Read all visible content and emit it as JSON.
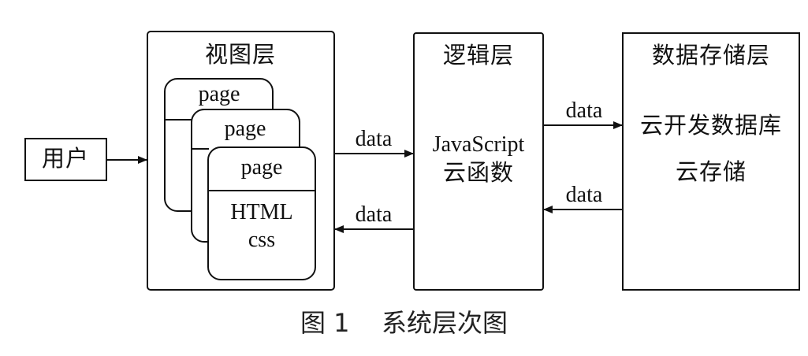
{
  "user": {
    "label": "用户"
  },
  "view_layer": {
    "title": "视图层",
    "pages": [
      "page",
      "page",
      "page"
    ],
    "front_content": [
      "HTML",
      "css"
    ]
  },
  "logic_layer": {
    "title": "逻辑层",
    "lines": [
      "JavaScript",
      "云函数"
    ]
  },
  "storage_layer": {
    "title": "数据存储层",
    "lines": [
      "云开发数据库",
      "云存储"
    ]
  },
  "arrows": {
    "view_to_logic": "data",
    "logic_to_view": "data",
    "logic_to_storage": "data",
    "storage_to_logic": "data"
  },
  "caption": {
    "number": "图 1",
    "title": "系统层次图"
  }
}
